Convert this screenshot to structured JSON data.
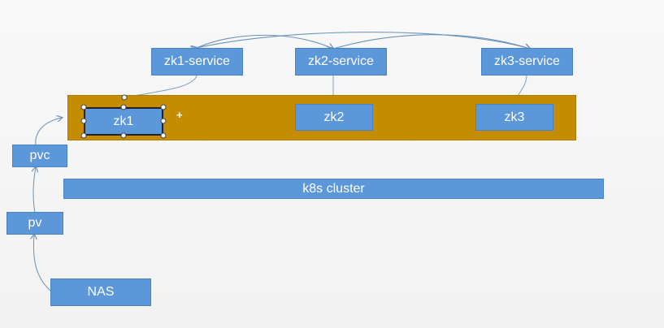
{
  "diagram": {
    "services": {
      "zk1": "zk1-service",
      "zk2": "zk2-service",
      "zk3": "zk3-service"
    },
    "pods": {
      "zk1": "zk1",
      "zk2": "zk2",
      "zk3": "zk3"
    },
    "cluster": "k8s cluster",
    "storage": {
      "pvc": "pvc",
      "pv": "pv",
      "nas": "NAS"
    }
  },
  "colors": {
    "box_fill": "#5b97d9",
    "band_fill": "#c48c00",
    "line": "#6b92b8"
  }
}
